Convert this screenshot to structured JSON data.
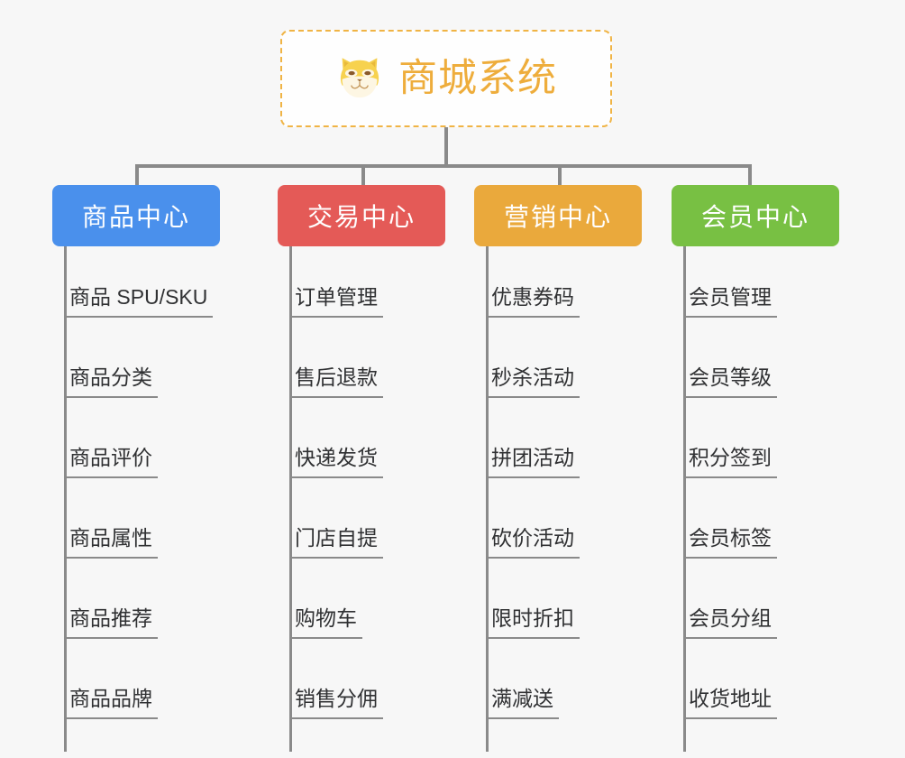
{
  "background_color": "#f7f7f7",
  "root": {
    "title": "商城系统",
    "icon": "shiba-dog-face-icon",
    "text_color": "#eead3c",
    "border_color": "#f0b445",
    "background_color": "#fefefe"
  },
  "connector_color": "#8a8a8a",
  "categories": [
    {
      "label": "商品中心",
      "color": "#4a90ec",
      "items": [
        "商品 SPU/SKU",
        "商品分类",
        "商品评价",
        "商品属性",
        "商品推荐",
        "商品品牌"
      ]
    },
    {
      "label": "交易中心",
      "color": "#e45a57",
      "items": [
        "订单管理",
        "售后退款",
        "快递发货",
        "门店自提",
        "购物车",
        "销售分佣"
      ]
    },
    {
      "label": "营销中心",
      "color": "#eaa93c",
      "items": [
        "优惠券码",
        "秒杀活动",
        "拼团活动",
        "砍价活动",
        "限时折扣",
        "满减送"
      ]
    },
    {
      "label": "会员中心",
      "color": "#78c043",
      "items": [
        "会员管理",
        "会员等级",
        "积分签到",
        "会员标签",
        "会员分组",
        "收货地址"
      ]
    }
  ]
}
